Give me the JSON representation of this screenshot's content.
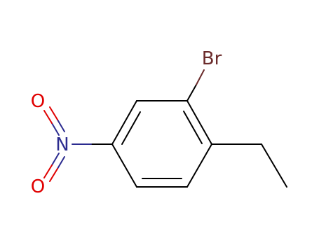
{
  "molecule": {
    "atoms": {
      "bromine": {
        "symbol": "Br",
        "color": "#6b2b2b"
      },
      "nitrogen": {
        "symbol": "N",
        "color": "#2b2b8f"
      },
      "oxygen_top": {
        "symbol": "O",
        "color": "#e00000"
      },
      "oxygen_bottom": {
        "symbol": "O",
        "color": "#e00000"
      }
    },
    "bond_color": "#000000"
  }
}
